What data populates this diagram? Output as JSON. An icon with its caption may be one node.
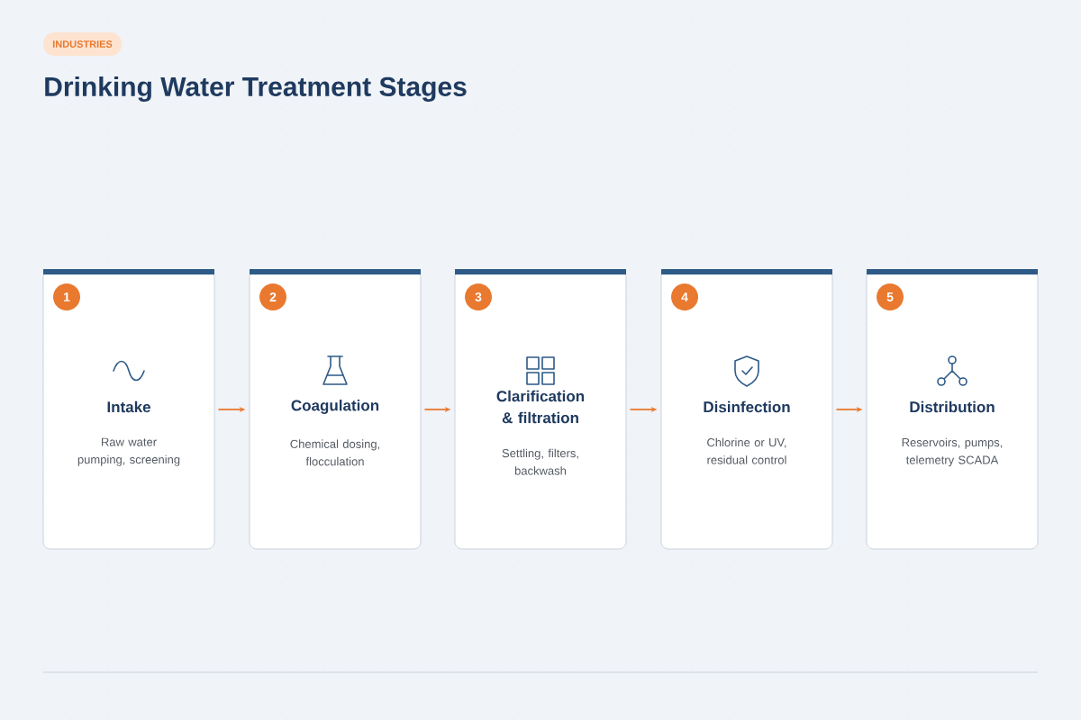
{
  "diagram": {
    "title": "Drinking Water Treatment Stages",
    "nodes": [
      {
        "text": [
          "1",
          "Intake",
          "Raw water pumping, screening"
        ]
      },
      {
        "text": [
          "2",
          "Coagulation",
          "Chemical dosing, flocculation"
        ]
      },
      {
        "text": [
          "3",
          "Clarification & filtration",
          "Settling, filters, backwash"
        ]
      },
      {
        "text": [
          "4",
          "Disinfection",
          "Chlorine or UV, residual control"
        ]
      },
      {
        "text": [
          "5",
          "Distribution",
          "Reservoirs, pumps, telemetry SCADA"
        ]
      }
    ],
    "edges": [
      {
        "from": 0,
        "to": 1,
        "arrow": "to"
      },
      {
        "from": 1,
        "to": 2,
        "arrow": "to"
      },
      {
        "from": 2,
        "to": 3,
        "arrow": "to"
      },
      {
        "from": 3,
        "to": 4,
        "arrow": "to"
      }
    ],
    "labels": [
      "INDUSTRIES"
    ]
  }
}
